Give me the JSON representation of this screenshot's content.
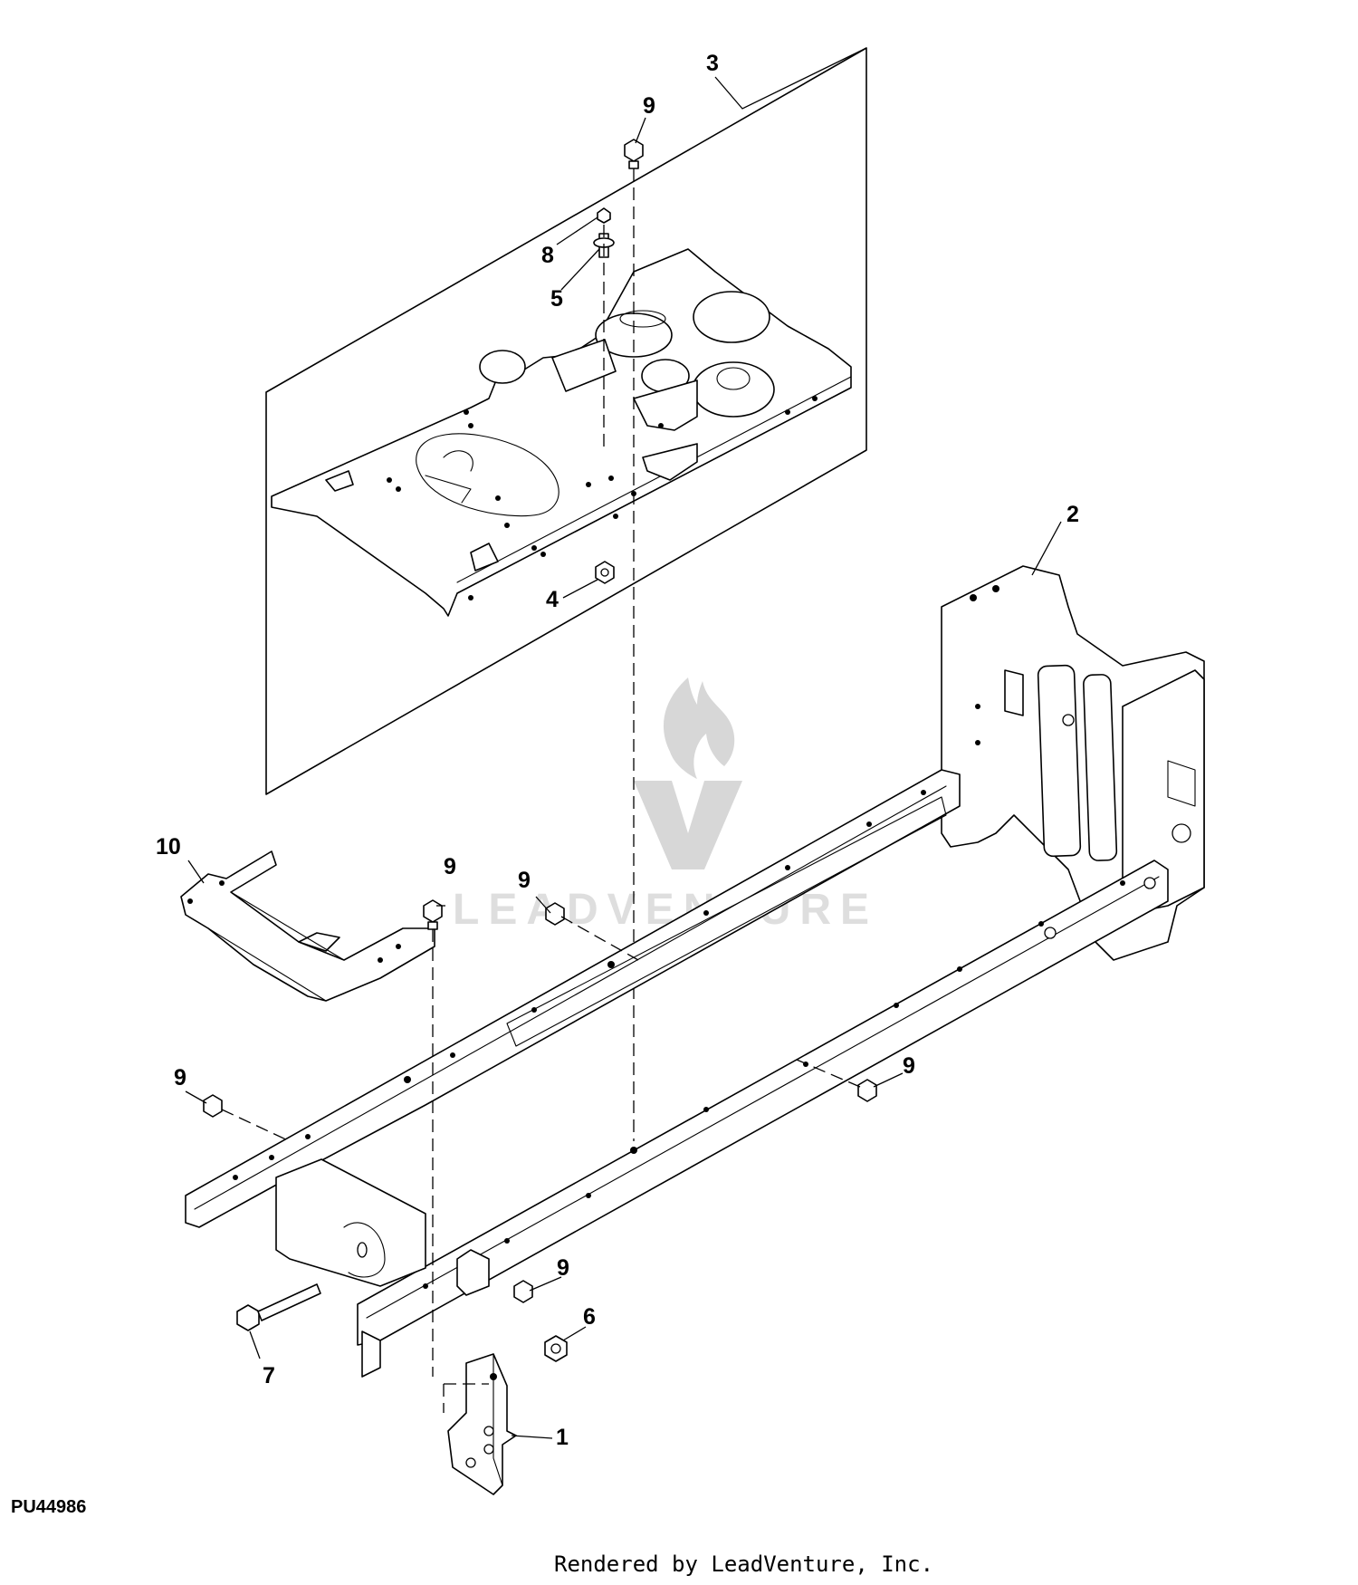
{
  "diagram": {
    "callouts": [
      "1",
      "2",
      "3",
      "4",
      "5",
      "6",
      "7",
      "8",
      "9",
      "10"
    ],
    "figure_id": "PU44986",
    "watermark": "LEADVENTURE",
    "render_credit": "Rendered by LeadVenture, Inc."
  }
}
